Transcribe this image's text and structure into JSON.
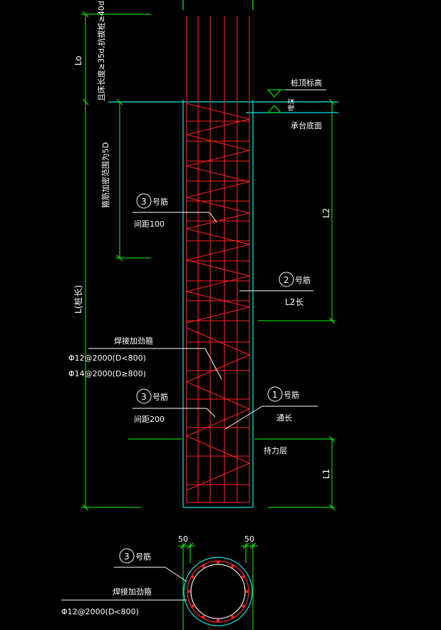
{
  "colors": {
    "background": "#000000",
    "green": "#00ff00",
    "cyan": "#00e5e5",
    "red": "#ff2020",
    "white": "#ffffff"
  },
  "labels": {
    "lo": "Lo",
    "anchorage": "且床长度≥35d,抗拔桩≥40d",
    "pile_top_elev": "桩顶标高",
    "embed": "埋深",
    "cap_bottom": "承台底面",
    "stirrup_dense_zone": "箍筋加密范围为5D",
    "l2": "L2",
    "rebar3_top_no": "3",
    "rebar3_top_suffix": "号筋",
    "spacing_100": "间距100",
    "rebar2_no": "2",
    "rebar2_suffix": "号筋",
    "l2_long": "L2长",
    "l_pile": "L(桩长)",
    "weld_stiffener": "焊接加劲箍",
    "phi12_spec": "Φ12@2000(D<800)",
    "phi14_spec": "Φ14@2000(D≥800)",
    "rebar3_mid_no": "3",
    "rebar3_mid_suffix": "号筋",
    "spacing_200": "间距200",
    "rebar1_no": "1",
    "rebar1_suffix": "号筋",
    "full_length": "通长",
    "bearing_layer": "持力层",
    "l1": "L1",
    "cover_left": "50",
    "cover_right": "50",
    "section_rebar3_no": "3",
    "section_rebar3_suffix": "号筋",
    "section_weld": "焊接加劲箍",
    "section_spec": "Φ12@2000(D<800)"
  }
}
